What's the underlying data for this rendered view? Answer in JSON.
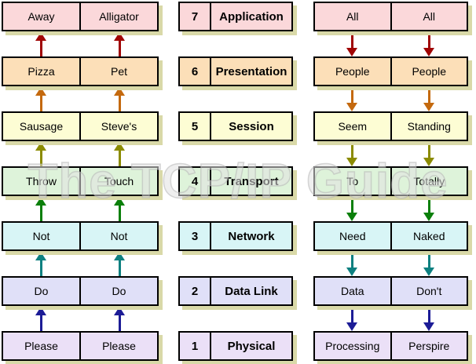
{
  "watermark": "The TCP/IP Guide",
  "rows": [
    {
      "num": "7",
      "layer": "Application",
      "left": [
        "Away",
        "Alligator"
      ],
      "right": [
        "All",
        "All"
      ],
      "color": "#fbd8da"
    },
    {
      "num": "6",
      "layer": "Presentation",
      "left": [
        "Pizza",
        "Pet"
      ],
      "right": [
        "People",
        "People"
      ],
      "color": "#fcdfb8"
    },
    {
      "num": "5",
      "layer": "Session",
      "left": [
        "Sausage",
        "Steve's"
      ],
      "right": [
        "Seem",
        "Standing"
      ],
      "color": "#fdfdd4"
    },
    {
      "num": "4",
      "layer": "Transport",
      "left": [
        "Throw",
        "Touch"
      ],
      "right": [
        "To",
        "Totally"
      ],
      "color": "#def3da"
    },
    {
      "num": "3",
      "layer": "Network",
      "left": [
        "Not",
        "Not"
      ],
      "right": [
        "Need",
        "Naked"
      ],
      "color": "#d8f5f6"
    },
    {
      "num": "2",
      "layer": "Data Link",
      "left": [
        "Do",
        "Do"
      ],
      "right": [
        "Data",
        "Don't"
      ],
      "color": "#e0e0f8"
    },
    {
      "num": "1",
      "layer": "Physical",
      "left": [
        "Please",
        "Please"
      ],
      "right": [
        "Processing",
        "Perspire"
      ],
      "color": "#ebe0f7"
    }
  ],
  "arrow_colors": [
    "#a00505",
    "#c4690e",
    "#8b8b00",
    "#0a7f0a",
    "#0d8080",
    "#1c1c96"
  ],
  "arrow_directions": {
    "left_column": "up",
    "right_column": "down"
  },
  "colors": {
    "shadow": "#d9d9a8",
    "border": "#000000",
    "background": "#ffffff"
  }
}
